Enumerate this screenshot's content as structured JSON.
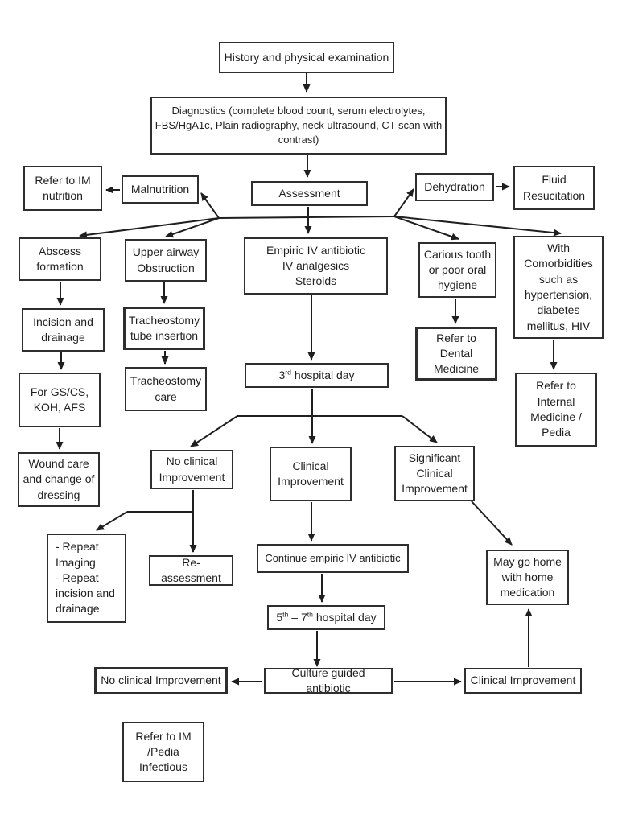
{
  "colors": {
    "line": "#1f1f1f",
    "border": "#2e2e2e",
    "background": "#ffffff",
    "text": "#1f1f1f"
  },
  "nodes": {
    "history": {
      "label": "History and physical examination"
    },
    "diagnostics": {
      "lines": [
        "Diagnostics (complete blood count, serum electrolytes,",
        "FBS/HgA1c, Plain radiography, neck ultrasound, CT scan with",
        "contrast)"
      ]
    },
    "assessment": {
      "label": "Assessment"
    },
    "refer_im_nutrition": {
      "lines": [
        "Refer to IM",
        "nutrition"
      ]
    },
    "malnutrition": {
      "label": "Malnutrition"
    },
    "dehydration": {
      "label": "Dehydration"
    },
    "fluid_resuscitation": {
      "lines": [
        "Fluid",
        "Resucitation"
      ]
    },
    "abscess": {
      "lines": [
        "Abscess",
        "formation"
      ]
    },
    "upper_airway": {
      "lines": [
        "Upper airway",
        "Obstruction"
      ]
    },
    "empiric": {
      "lines": [
        "Empiric IV antibiotic",
        "IV analgesics",
        "Steroids"
      ]
    },
    "carious": {
      "lines": [
        "Carious tooth",
        "or poor oral",
        "hygiene"
      ]
    },
    "comorbidities": {
      "lines": [
        "With",
        "Comorbidities",
        "such as",
        "hypertension,",
        "diabetes",
        "mellitus, HIV"
      ]
    },
    "incision": {
      "lines": [
        "Incision and",
        "drainage"
      ]
    },
    "smears": {
      "lines": [
        "For GS/CS,",
        "KOH, AFS"
      ]
    },
    "wound_care": {
      "lines": [
        "Wound care",
        "and change of",
        "dressing"
      ]
    },
    "trach_tube": {
      "lines": [
        "Tracheostomy",
        "tube insertion"
      ]
    },
    "trach_care": {
      "lines": [
        "Tracheostomy",
        "care"
      ]
    },
    "day3": {
      "parts": [
        "3",
        "rd",
        " hospital day"
      ]
    },
    "dental": {
      "lines": [
        "Refer to",
        "Dental",
        "Medicine"
      ]
    },
    "internal_medicine": {
      "lines": [
        "Refer to",
        "Internal",
        "Medicine /",
        "Pedia"
      ]
    },
    "no_improvement_mid": {
      "lines": [
        "No clinical",
        "Improvement"
      ]
    },
    "improvement_mid": {
      "lines": [
        "Clinical",
        "Improvement"
      ]
    },
    "significant_improvement": {
      "lines": [
        "Significant",
        "Clinical",
        "Improvement"
      ]
    },
    "repeat_actions": {
      "lines": [
        "- Repeat",
        "Imaging",
        "- Repeat",
        "incision and",
        "drainage"
      ]
    },
    "reassessment": {
      "label": "Re-assessment"
    },
    "continue_empiric": {
      "label": "Continue empiric IV antibiotic"
    },
    "day5_7": {
      "parts": [
        "5",
        "th",
        " – 7",
        "th",
        " hospital day"
      ]
    },
    "may_go_home": {
      "lines": [
        "May go home",
        "with home",
        "medication"
      ]
    },
    "no_improvement_final": {
      "label": "No clinical Improvement"
    },
    "culture_antibiotic": {
      "label": "Culture guided antibiotic"
    },
    "improvement_final": {
      "label": "Clinical Improvement"
    },
    "refer_infectious": {
      "lines": [
        "Refer to IM",
        "/Pedia",
        "Infectious"
      ]
    }
  }
}
